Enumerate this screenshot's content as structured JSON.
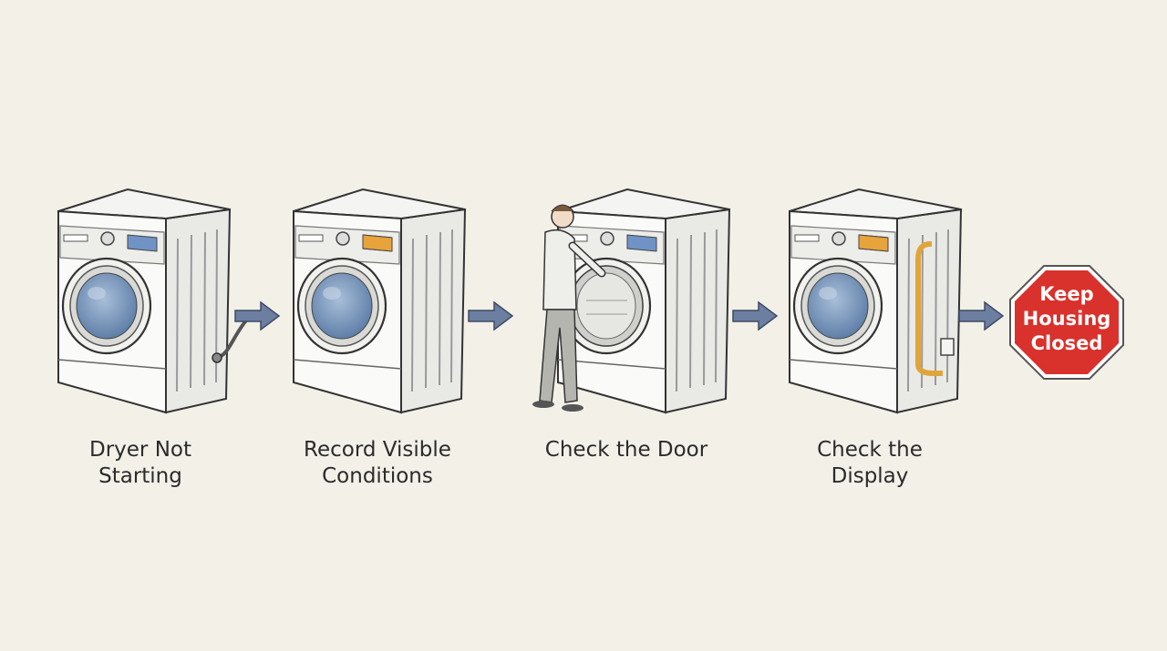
{
  "steps": [
    {
      "label": "Dryer Not\nStarting",
      "display_color": "#6f93c4"
    },
    {
      "label": "Record Visible\nConditions",
      "display_color": "#e8a33a"
    },
    {
      "label": "Check the Door",
      "display_color": "#6f93c4"
    },
    {
      "label": "Check the\nDisplay",
      "display_color": "#e8a33a"
    }
  ],
  "stop_sign": {
    "text": "Keep\nHousing\nClosed",
    "color": "#d9312c"
  },
  "colors": {
    "arrow": "#6d7fa0",
    "cable": "#e0a53a",
    "window": "#8ea8c8"
  }
}
